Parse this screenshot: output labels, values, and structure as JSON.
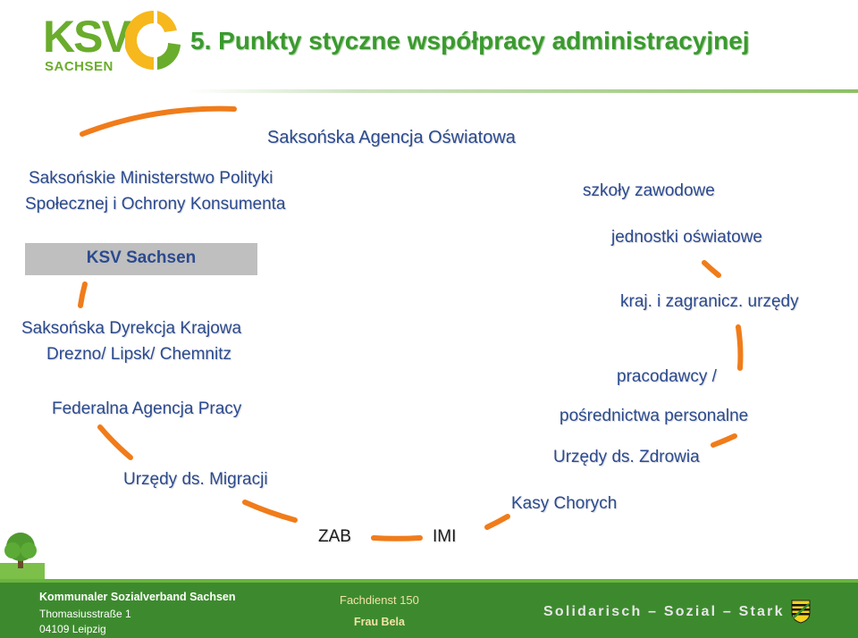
{
  "header": {
    "logo_text": "KSV",
    "logo_subtext": "SACHSEN",
    "title": "5. Punkty styczne współpracy administracyjnej"
  },
  "diagram": {
    "top": "Saksońska Agencja Oświatowa",
    "left": {
      "ministry_line1": "Saksońskie Ministerstwo Polityki",
      "ministry_line2": "Społecznej i Ochrony Konsumenta",
      "ksv_box": "KSV Sachsen",
      "directorate_line1": "Saksońska Dyrekcja Krajowa",
      "directorate_line2": "Drezno/ Lipsk/ Chemnitz",
      "labour_agency": "Federalna Agencja Pracy",
      "migration": "Urzędy ds. Migracji"
    },
    "bottom": {
      "zab": "ZAB",
      "imi": "IMI",
      "health_insurance": "Kasy Chorych"
    },
    "right": {
      "vocational_schools": "szkoły zawodowe",
      "educational_units": "jednostki oświatowe",
      "offices": "kraj. i zagranicz. urzędy",
      "employers_line1": "pracodawcy /",
      "employers_line2": "pośrednictwa personalne",
      "health_offices": "Urzędy ds. Zdrowia"
    }
  },
  "footer": {
    "org": "Kommunaler Sozialverband Sachsen",
    "street": "Thomasiusstraße 1",
    "city": "04109 Leipzig",
    "department": "Fachdienst 150",
    "person": "Frau Bela",
    "slogan": "Solidarisch – Sozial – Stark"
  },
  "colors": {
    "brand_green": "#6aac2c",
    "title_green": "#3a9a2e",
    "arc_orange": "#f07c1a",
    "footer_green": "#3d8a2e",
    "label_blue": "#2b4a8f"
  }
}
